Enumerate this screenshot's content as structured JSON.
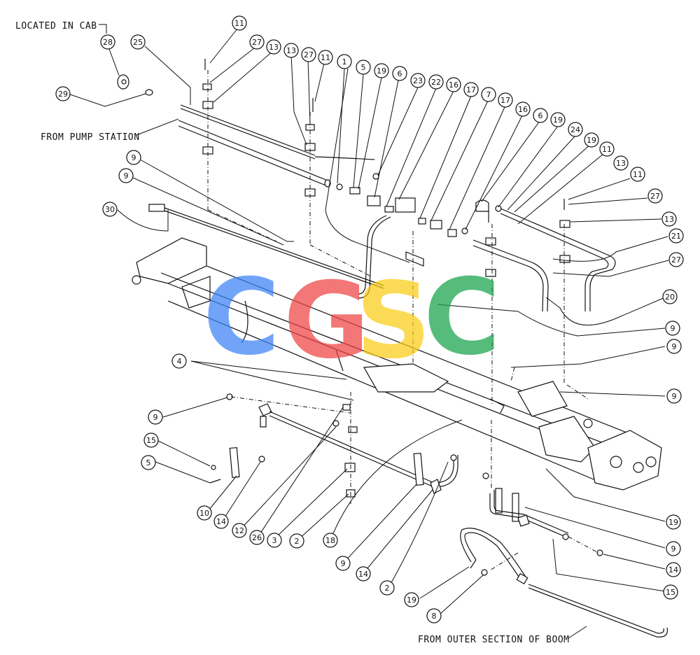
{
  "labels": {
    "located_in_cab": "LOCATED IN CAB",
    "from_pump_station": "FROM PUMP STATION",
    "from_outer_section": "FROM OUTER SECTION OF BOOM"
  },
  "watermark": {
    "letters": [
      "C",
      "G",
      "S",
      "C"
    ],
    "colors": [
      "#3b82f6",
      "#ef4444",
      "#facc15",
      "#16a34a"
    ]
  },
  "callouts": [
    "28",
    "29",
    "25",
    "11",
    "27",
    "13",
    "13",
    "27",
    "11",
    "1",
    "5",
    "19",
    "6",
    "23",
    "22",
    "16",
    "17",
    "7",
    "17",
    "16",
    "6",
    "19",
    "24",
    "19",
    "11",
    "13",
    "11",
    "27",
    "13",
    "21",
    "27",
    "20",
    "9",
    "9",
    "30",
    "9",
    "9",
    "9",
    "9",
    "15",
    "5",
    "10",
    "14",
    "12",
    "26",
    "3",
    "2",
    "18",
    "9",
    "14",
    "2",
    "19",
    "8",
    "19",
    "9",
    "14",
    "15",
    "4"
  ]
}
